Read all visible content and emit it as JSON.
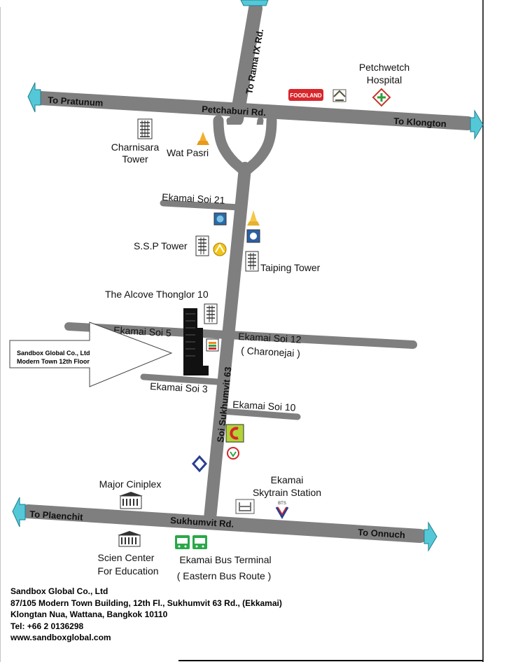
{
  "roads": {
    "rama9": "To Rama IX Rd.",
    "petchaburi": "Petchaburi Rd.",
    "to_pratunum": "To Pratunum",
    "to_klongton": "To Klongton",
    "soi21": "Ekamai Soi 21",
    "soi5": "Ekamai Soi 5",
    "soi12": "Ekamai Soi 12",
    "charonejai": "( Charonejai )",
    "soi3": "Ekamai Soi 3",
    "soi10": "Ekamai Soi 10",
    "sukhumvit63": "Soi Sukhumvit 63",
    "sukhumvit": "Sukhumvit Rd.",
    "to_plaenchit": "To Plaenchit",
    "to_onnuch": "To Onnuch"
  },
  "landmarks": {
    "petchwetch_1": "Petchwetch",
    "petchwetch_2": "Hospital",
    "foodland": "FOODLAND",
    "charnisara_1": "Charnisara",
    "charnisara_2": "Tower",
    "wat_pasri": "Wat Pasri",
    "ssp_tower": "S.S.P Tower",
    "taiping": "Taiping Tower",
    "alcove": "The Alcove Thonglor 10",
    "major_1": "Major Ciniplex",
    "ekamai_1": "Ekamai",
    "ekamai_2": "Skytrain Station",
    "bts": "BTS",
    "scien_1": "Scien Center",
    "scien_2": "For Education",
    "bus_1": "Ekamai Bus Terminal",
    "bus_2": "( Eastern Bus Route )"
  },
  "callout": {
    "line1": "Sandbox Global Co., Ltd",
    "line2": "Modern Town 12th Floor"
  },
  "info": {
    "company": "Sandbox Global Co., Ltd",
    "address1": "87/105 Modern Town Building, 12th Fl., Sukhumvit 63 Rd., (Ekkamai)",
    "address2": "Klongtan Nua, Wattana, Bangkok 10110",
    "tel": "Tel: +66 2 0136298",
    "web": "www.sandboxglobal.com"
  },
  "colors": {
    "road": "#7f7f7f",
    "arrow": "#55c8d8"
  }
}
